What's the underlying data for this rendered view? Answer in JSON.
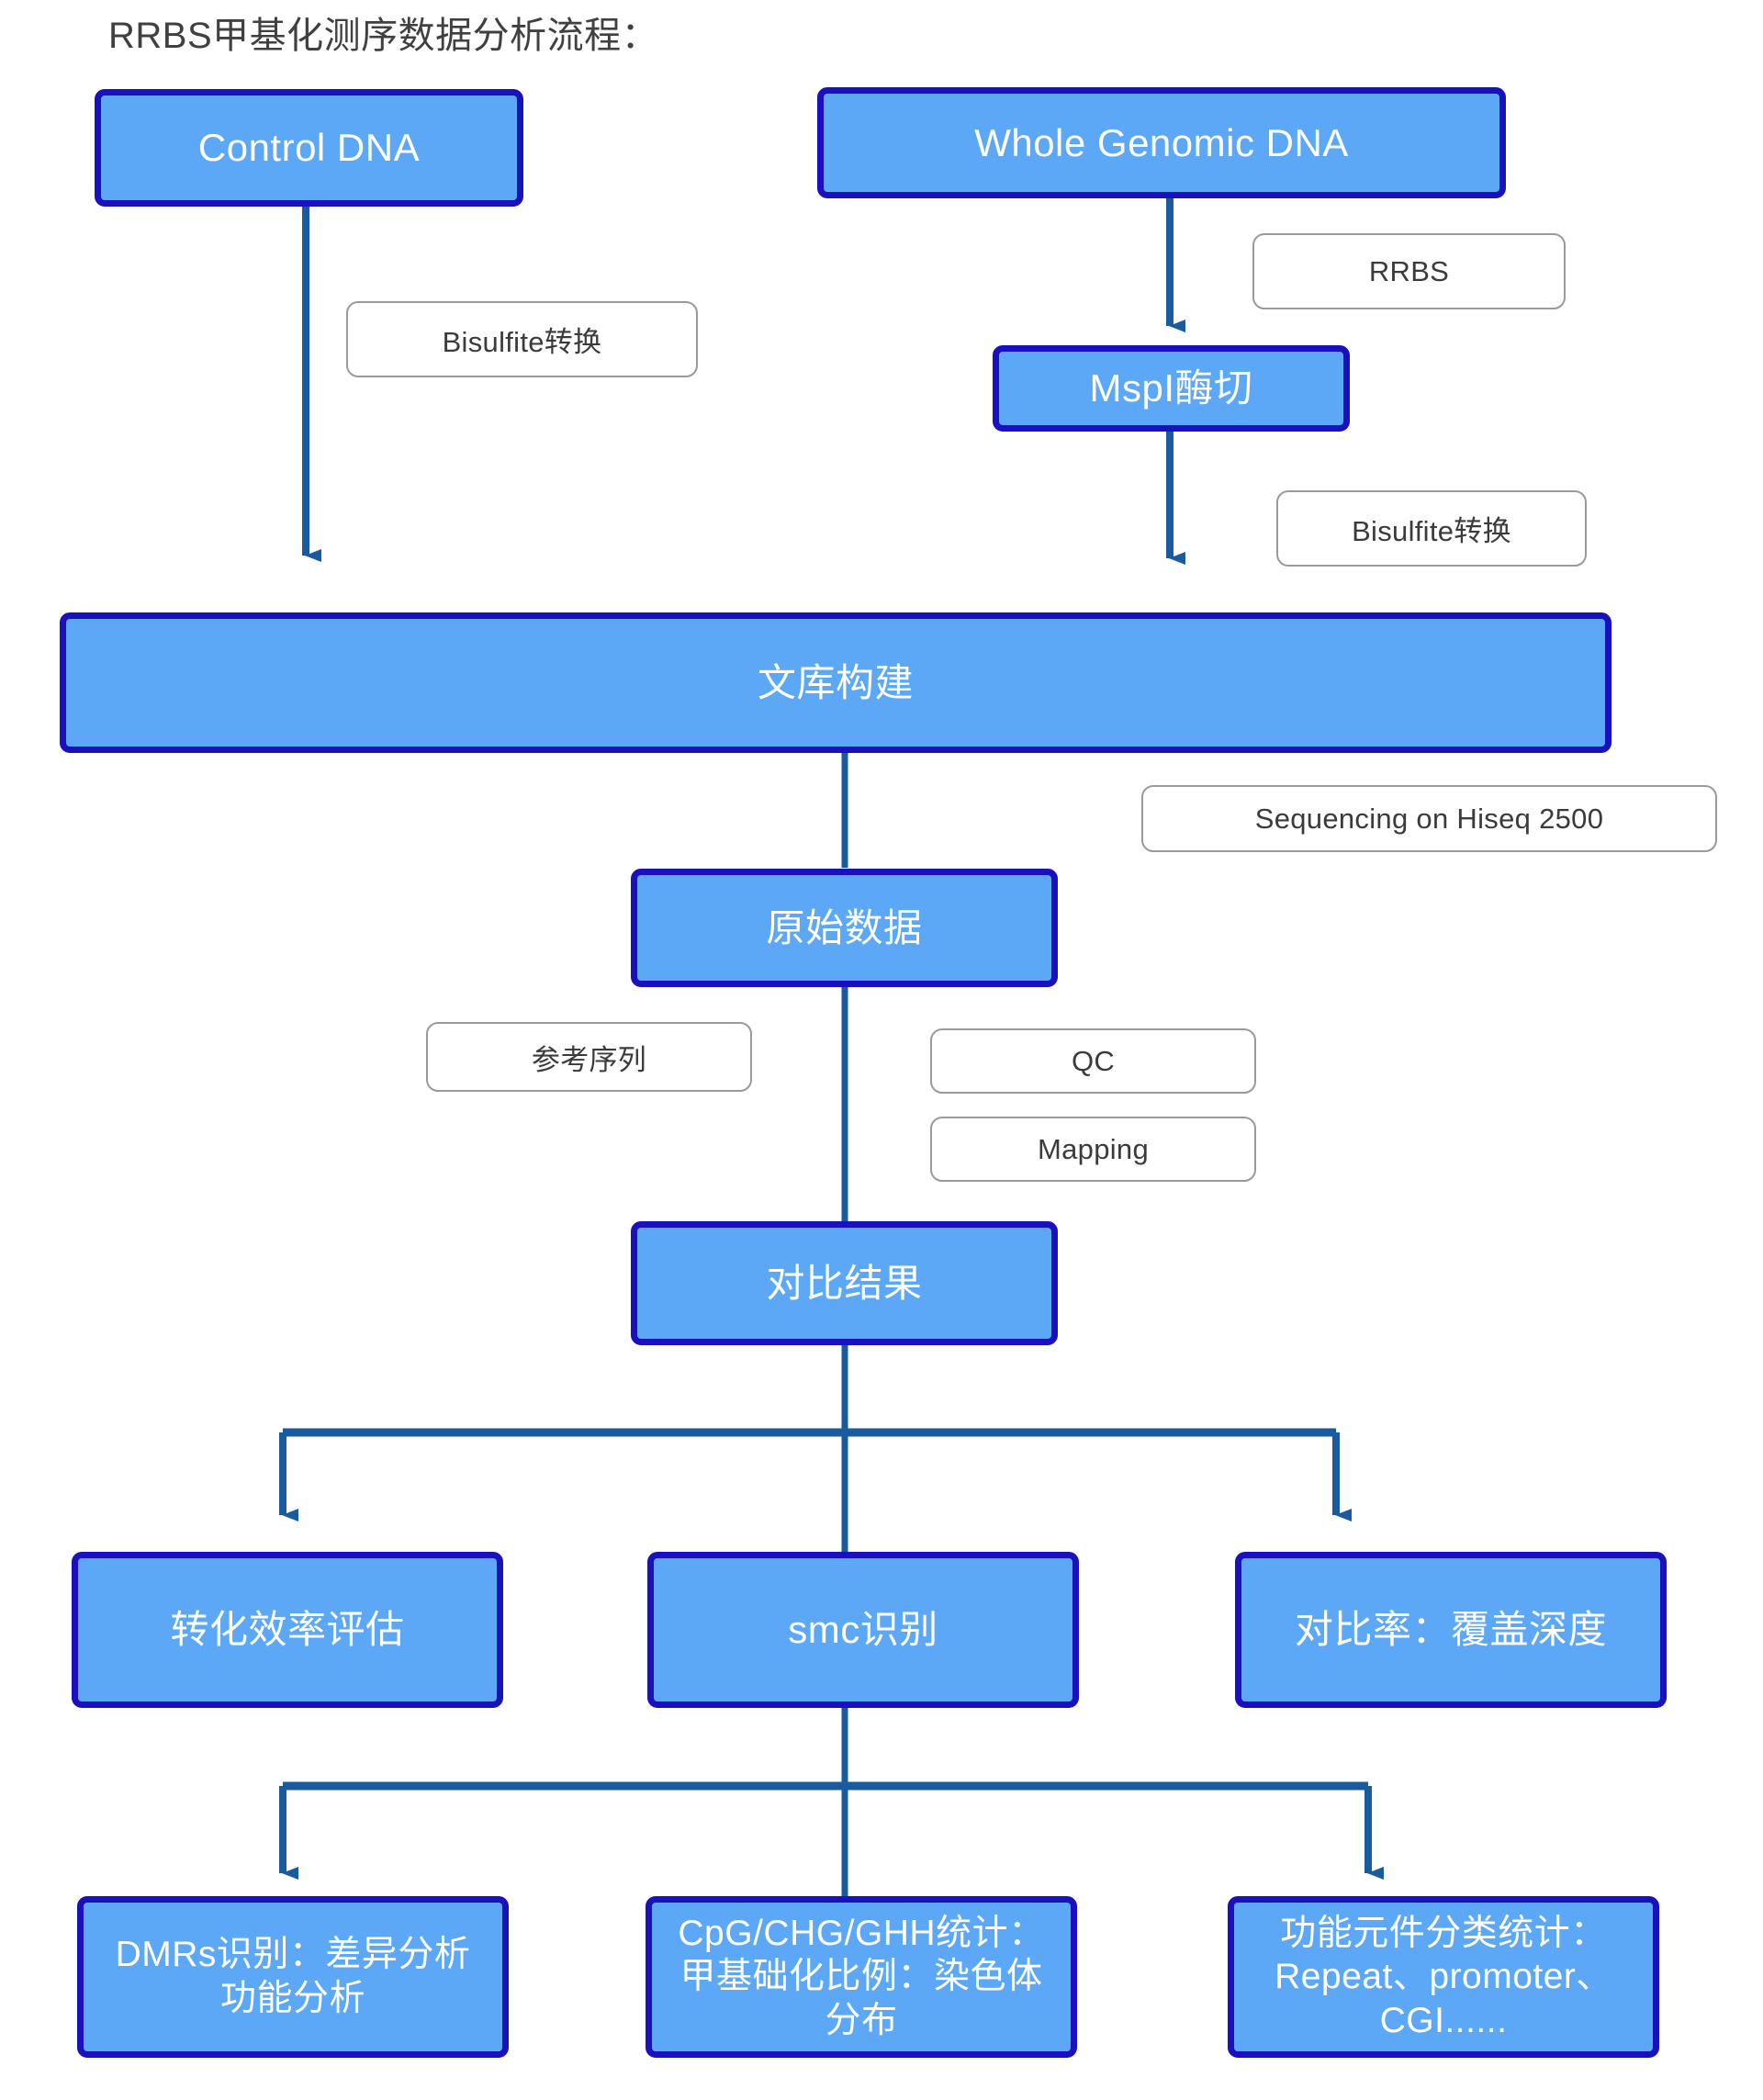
{
  "diagram": {
    "title": "RRBS甲基化测序数据分析流程：",
    "colors": {
      "node_fill": "#5CA8F7",
      "node_border": "#1A11BE",
      "node_text": "#FFFFFF",
      "connector": "#1A5A9E",
      "label_border": "#9A9A9A",
      "label_text": "#3B3B3B",
      "background": "#FFFFFF"
    },
    "nodes": {
      "control_dna": "Control DNA",
      "whole_genomic_dna": "Whole Genomic DNA",
      "mspi_digestion": "MspI酶切",
      "library_construction": "文库构建",
      "raw_data": "原始数据",
      "mapping_result": "对比结果",
      "conversion_efficiency": "转化效率评估",
      "smc_identification": "smc识别",
      "mapping_rate_depth": "对比率：覆盖深度",
      "dmrs": [
        "DMRs识别：差异分析",
        "功能分析"
      ],
      "cpg_stats": [
        "CpG/CHG/GHH统计：",
        "甲基础化比例：染色体",
        "分布"
      ],
      "functional_elements": [
        "功能元件分类统计：",
        "Repeat、promoter、",
        "CGI......"
      ]
    },
    "edge_labels": {
      "bisulfite_left": "Bisulfite转换",
      "rrbs": "RRBS",
      "bisulfite_right": "Bisulfite转换",
      "sequencing": "Sequencing on Hiseq 2500",
      "reference_sequence": "参考序列",
      "qc": "QC",
      "mapping": "Mapping"
    }
  }
}
